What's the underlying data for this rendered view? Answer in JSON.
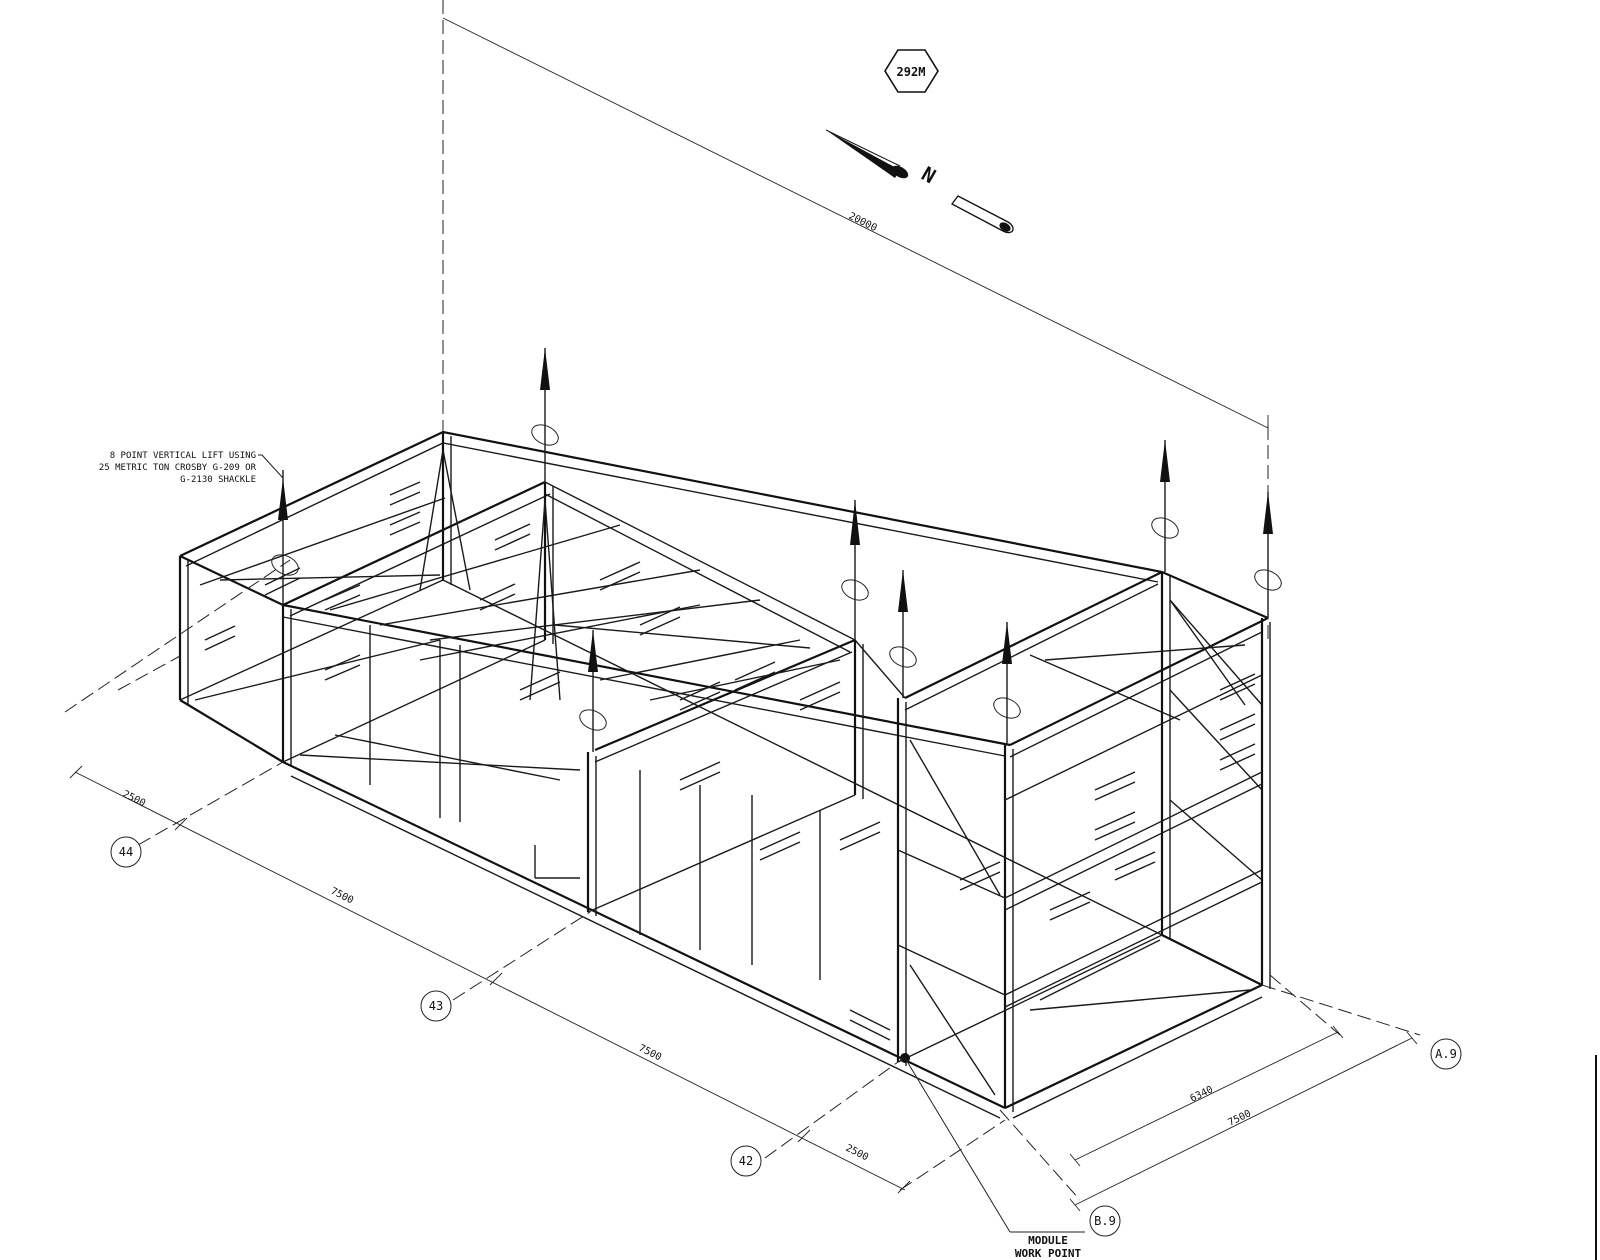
{
  "tag": {
    "label": "292M"
  },
  "north_arrow": {
    "label": "N"
  },
  "dimensions": {
    "overall": "20000",
    "end_left": "2500",
    "bay_44_43": "7500",
    "bay_43_42": "7500",
    "end_right": "2500",
    "width_inner": "6340",
    "width_outer": "7500"
  },
  "grid_bubbles": {
    "g44": "44",
    "g43": "43",
    "g42": "42",
    "gA9": "A.9",
    "gB9": "B.9"
  },
  "notes": {
    "lift_line1": "8 POINT VERTICAL LIFT USING",
    "lift_line2": "25 METRIC TON CROSBY G-209 OR",
    "lift_line3": "G-2130 SHACKLE",
    "work_point_line1": "MODULE",
    "work_point_line2": "WORK POINT"
  },
  "lift_points": 8
}
